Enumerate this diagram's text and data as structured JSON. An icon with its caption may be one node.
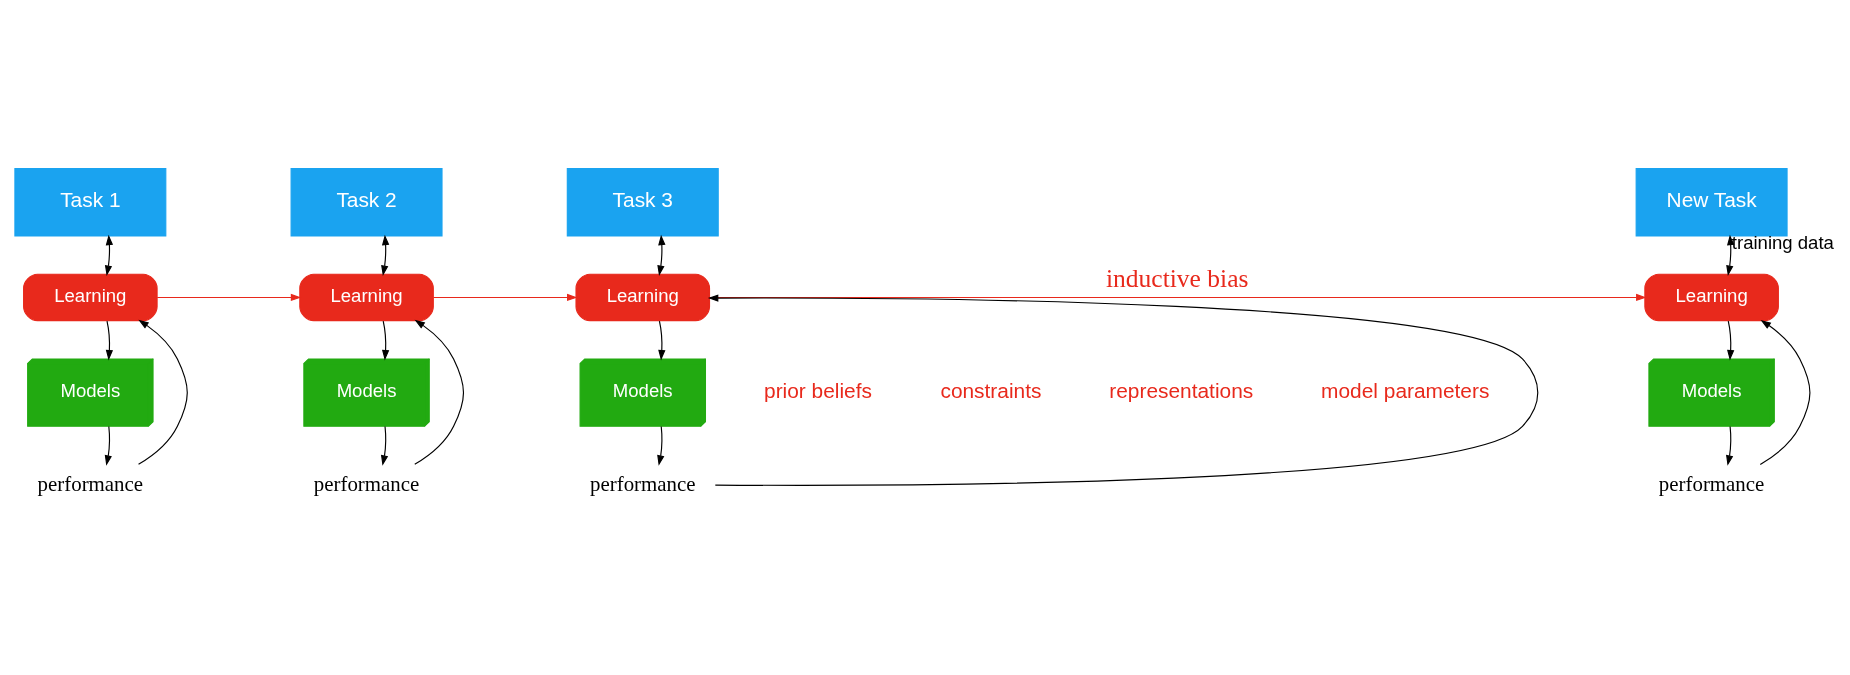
{
  "diagram": {
    "nodes": [
      {
        "text": [
          "Task 1"
        ]
      },
      {
        "text": [
          "Task 2"
        ]
      },
      {
        "text": [
          "Task 3"
        ]
      },
      {
        "text": [
          "New Task"
        ]
      },
      {
        "text": [
          "Learning"
        ]
      },
      {
        "text": [
          "Learning"
        ]
      },
      {
        "text": [
          "Learning"
        ]
      },
      {
        "text": [
          "Learning"
        ]
      },
      {
        "text": [
          "Models"
        ]
      },
      {
        "text": [
          "Models"
        ]
      },
      {
        "text": [
          "Models"
        ]
      },
      {
        "text": [
          "Models"
        ]
      },
      {
        "text": [
          "performance"
        ]
      },
      {
        "text": [
          "performance"
        ]
      },
      {
        "text": [
          "performance"
        ]
      },
      {
        "text": [
          "performance"
        ]
      }
    ],
    "edges": [
      {
        "from": 0,
        "to": 4,
        "arrow": "both"
      },
      {
        "from": 1,
        "to": 5,
        "arrow": "both"
      },
      {
        "from": 2,
        "to": 6,
        "arrow": "both"
      },
      {
        "from": 3,
        "to": 7,
        "arrow": "both",
        "label": "training data"
      },
      {
        "from": 4,
        "to": 8,
        "arrow": "to"
      },
      {
        "from": 5,
        "to": 9,
        "arrow": "to"
      },
      {
        "from": 6,
        "to": 10,
        "arrow": "to"
      },
      {
        "from": 7,
        "to": 11,
        "arrow": "to"
      },
      {
        "from": 8,
        "to": 12,
        "arrow": "to"
      },
      {
        "from": 9,
        "to": 13,
        "arrow": "to"
      },
      {
        "from": 10,
        "to": 14,
        "arrow": "to"
      },
      {
        "from": 11,
        "to": 15,
        "arrow": "to"
      },
      {
        "from": 12,
        "to": 4,
        "arrow": "to"
      },
      {
        "from": 13,
        "to": 5,
        "arrow": "to"
      },
      {
        "from": 14,
        "to": 6,
        "arrow": "to"
      },
      {
        "from": 15,
        "to": 7,
        "arrow": "to"
      },
      {
        "from": 4,
        "to": 5,
        "arrow": "to",
        "color": "#e8291c"
      },
      {
        "from": 5,
        "to": 6,
        "arrow": "to",
        "color": "#e8291c"
      },
      {
        "from": 6,
        "to": 7,
        "arrow": "to",
        "color": "#e8291c",
        "label": "inductive bias"
      }
    ],
    "labels": [
      "prior beliefs",
      "constraints",
      "representations",
      "model parameters"
    ]
  }
}
